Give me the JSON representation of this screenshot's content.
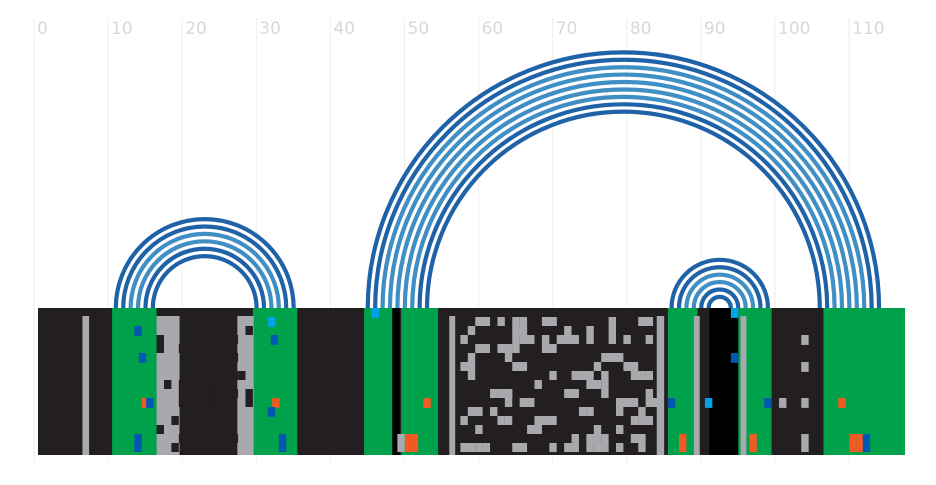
{
  "chart_data": {
    "type": "arc-diagram",
    "x_ticks": [
      0,
      10,
      20,
      30,
      40,
      50,
      60,
      70,
      80,
      90,
      100,
      110
    ],
    "x_range": [
      0,
      117
    ],
    "colors": {
      "background_band": "#231f20",
      "paired_band": "#00a14b",
      "gray": "#a7a9ac",
      "arc_dark": "#1f62a8",
      "arc_light": "#3f8fc4",
      "blue": "#0058b3",
      "cyan": "#00a2e8",
      "orange": "#f15a22",
      "black": "#000000"
    },
    "arc_groups": [
      {
        "from": [
          10.5,
          15.5
        ],
        "to": [
          29.5,
          34.5
        ],
        "strands": 6
      },
      {
        "from": [
          44.5,
          52.5
        ],
        "to": [
          105.5,
          113.5
        ],
        "strands": 9
      },
      {
        "from": [
          85.5,
          90.5
        ],
        "to": [
          93.5,
          98.5
        ],
        "strands": 6
      }
    ],
    "green_segments": [
      [
        10,
        16
      ],
      [
        29,
        35
      ],
      [
        44,
        48
      ],
      [
        49,
        54
      ],
      [
        85,
        89
      ],
      [
        94,
        99
      ],
      [
        106,
        117
      ]
    ],
    "gray_columns": [
      [
        6,
        6.9
      ],
      [
        16,
        19.1
      ],
      [
        26.9,
        29.1
      ],
      [
        55.5,
        56.3
      ],
      [
        83.5,
        84.5
      ],
      [
        88.5,
        89.3
      ],
      [
        94.8,
        95.6
      ]
    ],
    "black_columns": [
      [
        47.8,
        48.8
      ],
      [
        90.6,
        94.5
      ]
    ]
  }
}
